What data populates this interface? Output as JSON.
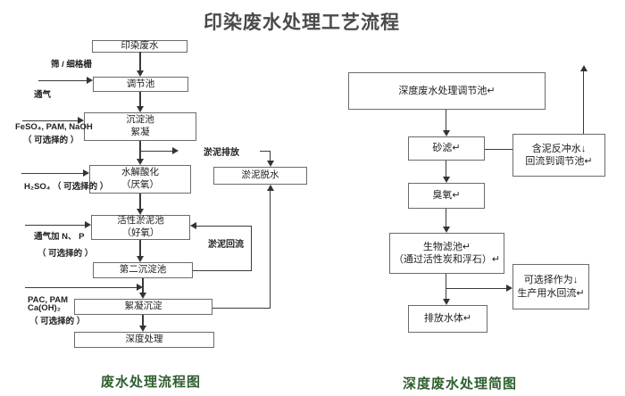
{
  "title": "印染废水处理工艺流程",
  "colors": {
    "title_gray": "#4a4a4a",
    "caption_green": "#2f5f2f",
    "line": "#3a3a3a",
    "box_border": "#6b6b6b"
  },
  "left_chart": {
    "caption": "废水处理流程图",
    "nodes": {
      "influent": "印染废水",
      "regulating": "调节池",
      "sedimentation1": "沉淀池",
      "sedimentation2": "絮凝",
      "hydrolysis1": "水解酸化",
      "hydrolysis2": "（厌氧）",
      "activated1": "活性淤泥池",
      "activated2": "（好氧）",
      "secondary": "第二沉淀池",
      "flocculation": "絮凝沉淀",
      "advanced": "深度处理",
      "dewatering": "淤泥脱水"
    },
    "labels": {
      "screen": "筛 / 细格栅",
      "aeration": "通气",
      "feso4": "FeSO₄, PAM, NaOH",
      "feso4_opt": "（ 可选择的 ）",
      "h2so4": "H₂SO₄ （ 可选择的 ）",
      "np": "通气加 N、 P",
      "np_opt": "（ 可选择的 ）",
      "pac": "PAC, PAM",
      "caoh2": "Ca(OH)₂",
      "pac_opt": "（ 可选择的 ）",
      "sludge_discharge": "淤泥排放",
      "sludge_return": "淤泥回流"
    },
    "edges": [
      "印染废水→调节池",
      "调节池→沉淀池",
      "沉淀池→水解酸化",
      "沉淀池→淤泥排放",
      "淤泥排放→淤泥脱水",
      "水解酸化→活性淤泥池",
      "活性淤泥池→第二沉淀池",
      "第二沉淀池→活性淤泥池（淤泥回流）",
      "第二沉淀池→絮凝沉淀",
      "絮凝沉淀→淤泥脱水",
      "絮凝沉淀→深度处理"
    ]
  },
  "right_chart": {
    "caption": "深度废水处理简图",
    "nodes": {
      "regulating": "深度废水处理调节池↵",
      "sand": "砂滤↵",
      "backwash1": "含泥反冲水↓",
      "backwash2": "回流到调节池↵",
      "ozone": "臭氧↵",
      "biofilter1": "生物滤池↵",
      "biofilter2": "（通过活性炭和浮石）↵",
      "reuse1": "可选择作为↓",
      "reuse2": "生产用水回流↵",
      "discharge": "排放水体↵"
    },
    "edges": [
      "深度废水处理调节池→砂滤",
      "砂滤—含泥反冲水回流到调节池",
      "含泥反冲水→上方（调节池）",
      "砂滤→臭氧",
      "臭氧→生物滤池",
      "生物滤池→排放水体",
      "生物滤池→可选择作为生产用水回流"
    ]
  }
}
